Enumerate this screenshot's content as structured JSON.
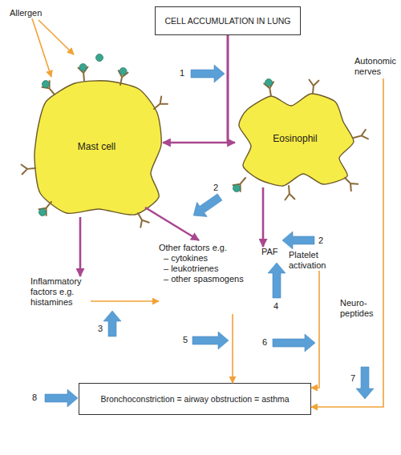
{
  "diagram": {
    "nodes": [
      {
        "text": [
          "Allergen"
        ]
      },
      {
        "text": [
          "CELL ACCUMULATION IN LUNG"
        ]
      },
      {
        "text": [
          "Autonomic nerves"
        ]
      },
      {
        "text": [
          "Mast cell"
        ]
      },
      {
        "text": [
          "Eosinophil"
        ]
      },
      {
        "text": [
          "Inflammatory factors e.g. histamines"
        ]
      },
      {
        "text": [
          "Other factors e.g.",
          "– cytokines",
          "– leukotrienes",
          "– other spasmogens"
        ]
      },
      {
        "text": [
          "PAF"
        ]
      },
      {
        "text": [
          "Platelet activation"
        ]
      },
      {
        "text": [
          "Bronchoconstriction = airway obstruction = asthma"
        ]
      }
    ],
    "edges": [
      {
        "from": 0,
        "to": 3,
        "arrow": "to"
      },
      {
        "from": 1,
        "to": 3,
        "arrow": "to"
      },
      {
        "from": 1,
        "to": 4,
        "arrow": "to"
      },
      {
        "from": 3,
        "to": 5,
        "arrow": "to"
      },
      {
        "from": 3,
        "to": 6,
        "arrow": "to"
      },
      {
        "from": 4,
        "to": 7,
        "arrow": "to"
      },
      {
        "from": 5,
        "to": 6,
        "arrow": "to"
      },
      {
        "from": 6,
        "to": 9,
        "arrow": "to"
      },
      {
        "from": 8,
        "to": 9,
        "arrow": "to"
      },
      {
        "from": 2,
        "to": 9,
        "label": "Neuro- peptides",
        "arrow": "to"
      }
    ],
    "labels": [
      "1",
      "2",
      "2",
      "3",
      "4",
      "5",
      "6",
      "7",
      "8"
    ]
  }
}
